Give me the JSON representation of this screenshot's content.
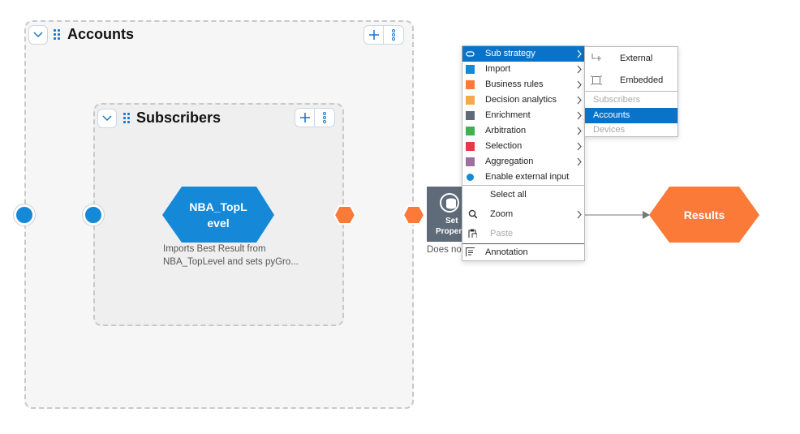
{
  "outer_container": {
    "title": "Accounts"
  },
  "inner_container": {
    "title": "Subscribers"
  },
  "nodes": {
    "import": {
      "label_line1": "NBA_TopL",
      "label_line2": "evel",
      "description_line1": "Imports Best Result from",
      "description_line2": "NBA_TopLevel and sets pyGro..."
    },
    "set_property": {
      "label_line1": "Set",
      "label_line2": "Proper",
      "description": "Does no"
    },
    "results": {
      "label": "Results"
    }
  },
  "context_menu": {
    "strategies": [
      {
        "label": "Sub strategy",
        "color": "#0b73c7",
        "icon": "sub-strategy-icon"
      },
      {
        "label": "Import",
        "color": "#1589d8"
      },
      {
        "label": "Business rules",
        "color": "#fb7a38"
      },
      {
        "label": "Decision analytics",
        "color": "#f9a74b"
      },
      {
        "label": "Enrichment",
        "color": "#5f6b78"
      },
      {
        "label": "Arbitration",
        "color": "#3db24f"
      },
      {
        "label": "Selection",
        "color": "#e63946"
      },
      {
        "label": "Aggregation",
        "color": "#9c6f9e"
      }
    ],
    "enable_external_input": "Enable external input",
    "select_all": "Select all",
    "zoom": "Zoom",
    "paste": "Paste",
    "annotation": "Annotation"
  },
  "submenu": {
    "external": "External",
    "embedded": "Embedded",
    "subscribers": "Subscribers",
    "accounts": "Accounts",
    "devices": "Devices"
  }
}
